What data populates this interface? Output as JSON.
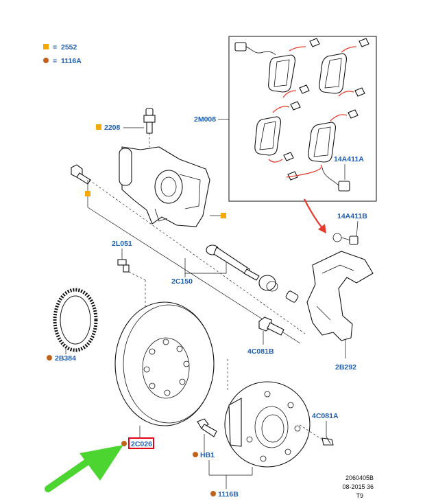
{
  "legend": {
    "square_code": "2552",
    "dot_code": "1116A",
    "separator": "="
  },
  "callouts": {
    "kit": "2M008",
    "caliper_bleed": "2208",
    "wear_sensor": "14A411A",
    "sensor_clip": "14A411B",
    "pin_bolt": "2L051",
    "guide_pin": "2C150",
    "anchor_bolt": "4C081B",
    "tone_ring": "2B384",
    "anchor_bracket": "2B292",
    "hub_bolt": "4C081A",
    "disc": "2C026",
    "hub_stud": "HB1",
    "hub": "1116B"
  },
  "reference": {
    "line1": "2060405B",
    "line2": "08-2015 36",
    "line3": "T9"
  },
  "colors": {
    "label_blue": "#1f5fb3",
    "square_orange": "#f5a800",
    "dot_brown": "#c0621b",
    "highlight_red": "#e0001a",
    "arrow_green": "#4cd430",
    "arrow_red": "#e8392c"
  }
}
